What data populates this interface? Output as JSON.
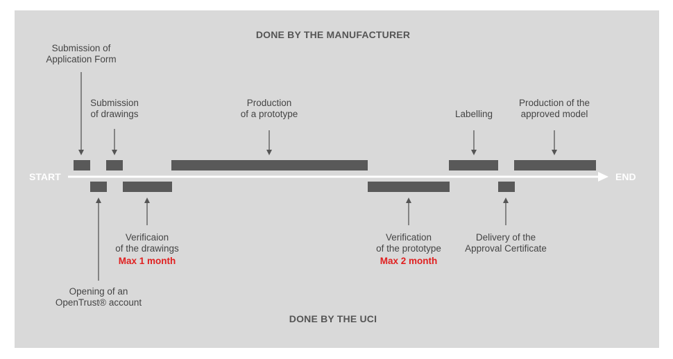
{
  "header_top": "DONE BY THE MANUFACTURER",
  "header_bottom": "DONE BY THE UCI",
  "start_label": "START",
  "end_label": "END",
  "colors": {
    "panel": "#d9d9d9",
    "bar": "#595959",
    "axis": "#ffffff",
    "text": "#444444",
    "warning": "#e02020"
  },
  "manufacturer_steps": [
    {
      "label": "Submission of\nApplication Form"
    },
    {
      "label": "Submission\nof drawings"
    },
    {
      "label": "Production\nof a prototype"
    },
    {
      "label": "Labelling"
    },
    {
      "label": "Production of the\napproved model"
    }
  ],
  "uci_steps": [
    {
      "label": "Opening of an\nOpenTrust® account"
    },
    {
      "label": "Verificaion\nof the drawings",
      "note": "Max 1 month"
    },
    {
      "label": "Verification\nof the prototype",
      "note": "Max 2 month"
    },
    {
      "label": "Delivery of the\nApproval Certificate"
    }
  ]
}
